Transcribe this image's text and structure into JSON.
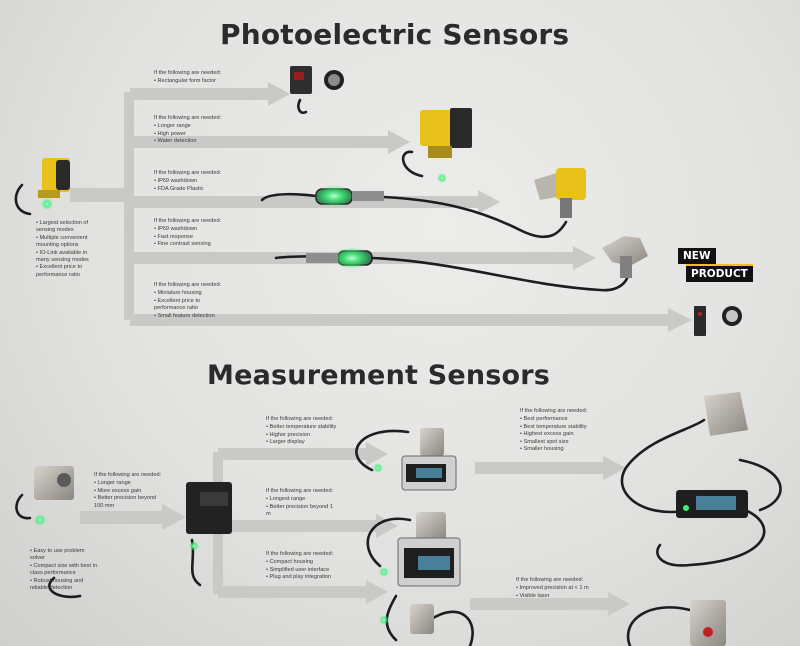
{
  "photo_title": "Photoelectric Sensors",
  "meas_title": "Measurement Sensors",
  "badge": {
    "line1": "NEW",
    "line2": "PRODUCT"
  },
  "photo_main": [
    "Largest selection of sensing modes",
    "Multiple convenient mounting options",
    "IO-Link available in many sensing modes",
    "Excellent price to performance ratio"
  ],
  "photo_notes": [
    {
      "heading": "If the following are needed:",
      "items": [
        "Rectangular form factor"
      ]
    },
    {
      "heading": "If the following are needed:",
      "items": [
        "Longer range",
        "High power",
        "Water detection"
      ]
    },
    {
      "heading": "If the following are needed:",
      "items": [
        "IP69 washdown",
        "FDA Grade Plastic"
      ]
    },
    {
      "heading": "If the following are needed:",
      "items": [
        "IP69 washdown",
        "Fast response",
        "Fine contrast sensing"
      ]
    },
    {
      "heading": "If the following are needed:",
      "items": [
        "Miniature housing",
        "Excellent price to performance ratio",
        "Small feature detection"
      ]
    }
  ],
  "meas_main": [
    "Easy to use problem solver",
    "Compact size with best in class performance",
    "Robust housing and reliable detection"
  ],
  "meas_notes": [
    {
      "heading": "If the following are needed:",
      "items": [
        "Longer range",
        "More excess gain",
        "Better precision beyond 100 mm"
      ]
    },
    {
      "heading": "If the following are needed:",
      "items": [
        "Better temperature stability",
        "Higher precision",
        "Larger display"
      ]
    },
    {
      "heading": "If the following are needed:",
      "items": [
        "Longest range",
        "Better precision beyond 1 m"
      ]
    },
    {
      "heading": "If the following are needed:",
      "items": [
        "Compact housing",
        "Simplified user interface",
        "Plug and play integration"
      ]
    },
    {
      "heading": "If the following are needed:",
      "items": [
        "Best performance",
        "Best temperature stability",
        "Highest excess gain",
        "Smallest spot size",
        "Smaller housing"
      ]
    },
    {
      "heading": "If the following are needed:",
      "items": [
        "Improved precision at < 1 m",
        "Visible laser"
      ]
    }
  ],
  "colors": {
    "board": "#e4e4e2",
    "arrow": "#c9c9c7",
    "text": "#2b2b2b",
    "sensor_yellow": "#e8c21a",
    "led_green": "#3cf07a",
    "cable": "#1d1d1d"
  }
}
